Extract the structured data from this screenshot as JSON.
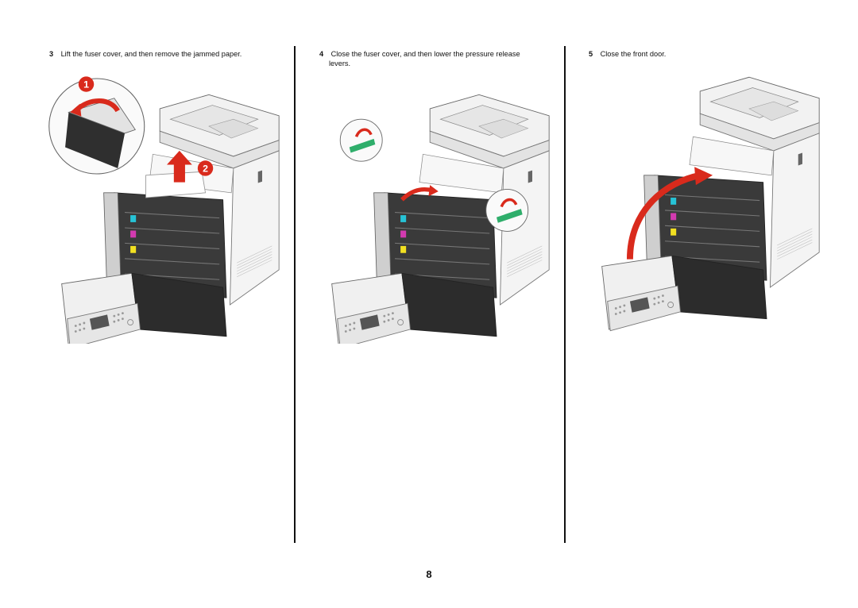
{
  "steps": [
    {
      "number": "3",
      "text": "Lift the fuser cover, and then remove the jammed paper.",
      "callouts": [
        "1",
        "2"
      ]
    },
    {
      "number": "4",
      "text": "Close the fuser cover, and then lower the pressure release",
      "text_line2": "levers."
    },
    {
      "number": "5",
      "text": "Close the front door."
    }
  ],
  "page_number": "8",
  "colors": {
    "arrow": "#d92a1c",
    "cyan": "#26c3d6",
    "magenta": "#d43ab0",
    "yellow": "#f2e021",
    "lever": "#2fae6b"
  }
}
